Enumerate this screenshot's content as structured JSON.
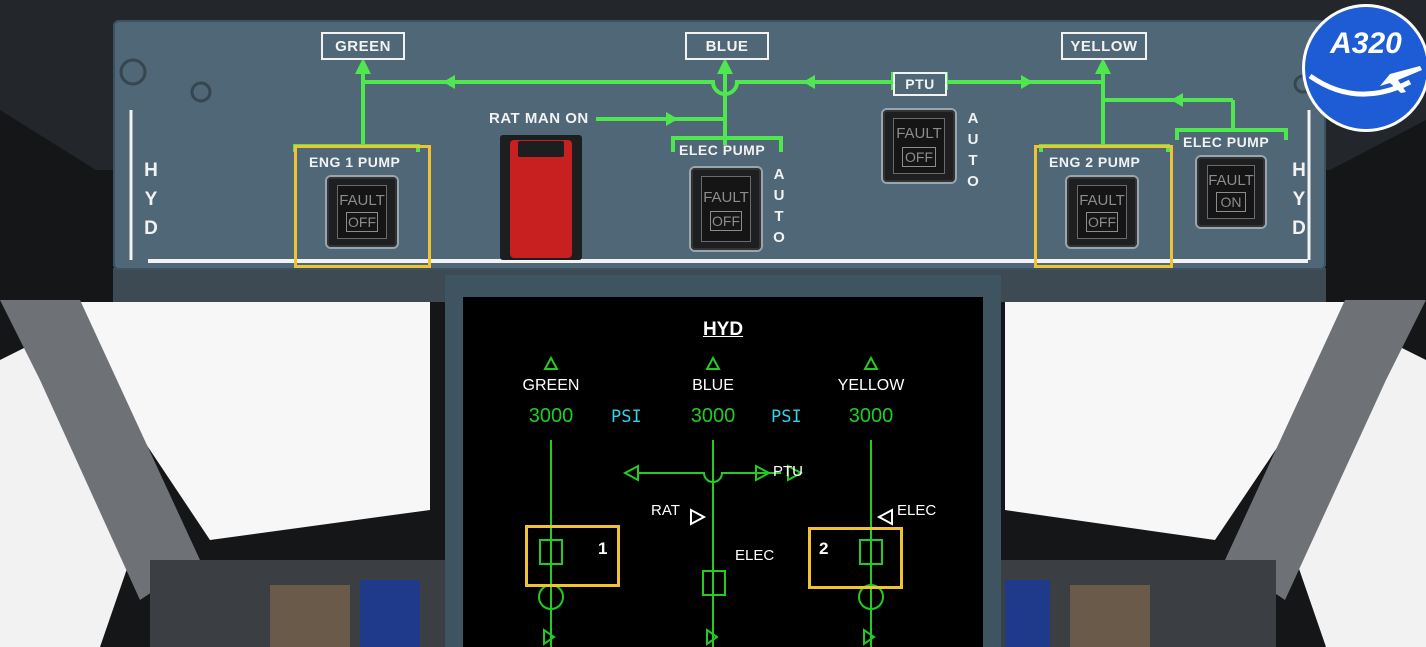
{
  "overhead_panel": {
    "headers": {
      "green": "GREEN",
      "blue": "BLUE",
      "yellow": "YELLOW",
      "ptu": "PTU"
    },
    "hyd_label": [
      "H",
      "Y",
      "D"
    ],
    "rat_man_on": "RAT MAN ON",
    "auto_label": [
      "A",
      "U",
      "T",
      "O"
    ],
    "eng1_pump": {
      "label": "ENG  1 PUMP",
      "fault": "FAULT",
      "state": "OFF"
    },
    "blue_elec_pump": {
      "label": "ELEC PUMP",
      "fault": "FAULT",
      "state": "OFF"
    },
    "ptu_pb": {
      "fault": "FAULT",
      "state": "OFF"
    },
    "eng2_pump": {
      "label": "ENG  2 PUMP",
      "fault": "FAULT",
      "state": "OFF"
    },
    "yellow_elec_pump": {
      "label": "ELEC PUMP",
      "fault": "FAULT",
      "state": "ON"
    }
  },
  "ecam": {
    "title": "HYD",
    "systems": [
      {
        "name": "GREEN",
        "pressure": "3000"
      },
      {
        "name": "BLUE",
        "pressure": "3000"
      },
      {
        "name": "YELLOW",
        "pressure": "3000"
      }
    ],
    "psi": "PSI",
    "ptu": "PTU",
    "rat": "RAT",
    "elec": "ELEC",
    "pump1": "1",
    "pump2": "2"
  },
  "logo": {
    "text": "A320"
  },
  "colors": {
    "ecam_green": "#22cc22",
    "ecam_cyan": "#2fd5e6",
    "flow_green": "#4ee84e",
    "highlight": "#f1c232",
    "panel": "#4f6776",
    "rat_guard": "#c82020"
  }
}
